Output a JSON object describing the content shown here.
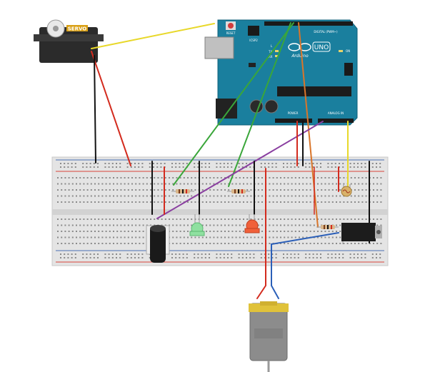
{
  "servo": {
    "label": "SERVO"
  },
  "arduino": {
    "reset_label": "RESET",
    "icsp_label": "ICSP2",
    "logo_word": "Arduino",
    "model": "UNO",
    "on_label": "ON",
    "digital_label": "DIGITAL (PWM~)",
    "power_label": "POWER",
    "analog_label": "ANALOG IN",
    "tx_label": "TX",
    "rx_label": "RX",
    "l_label": "L"
  },
  "colors": {
    "arduino_blue": "#1a7f9e",
    "breadboard": "#e6e6e6",
    "rail_red": "#d8433a",
    "rail_blue": "#4a6fb3",
    "wire_yellow": "#e8d82a",
    "wire_red": "#d32b1e",
    "wire_black": "#111111",
    "wire_green": "#3aa63a",
    "wire_orange": "#d9752a",
    "wire_purple": "#8a3fa0",
    "wire_blue": "#2b5fb8",
    "led_green": "#8fe0a0",
    "led_red": "#f0603a"
  },
  "components": {
    "potentiometer": "potentiometer",
    "led_green": "green-led",
    "led_red": "red-led",
    "transistor": "transistor",
    "photoresistor": "photoresistor",
    "motor": "dc-motor"
  }
}
